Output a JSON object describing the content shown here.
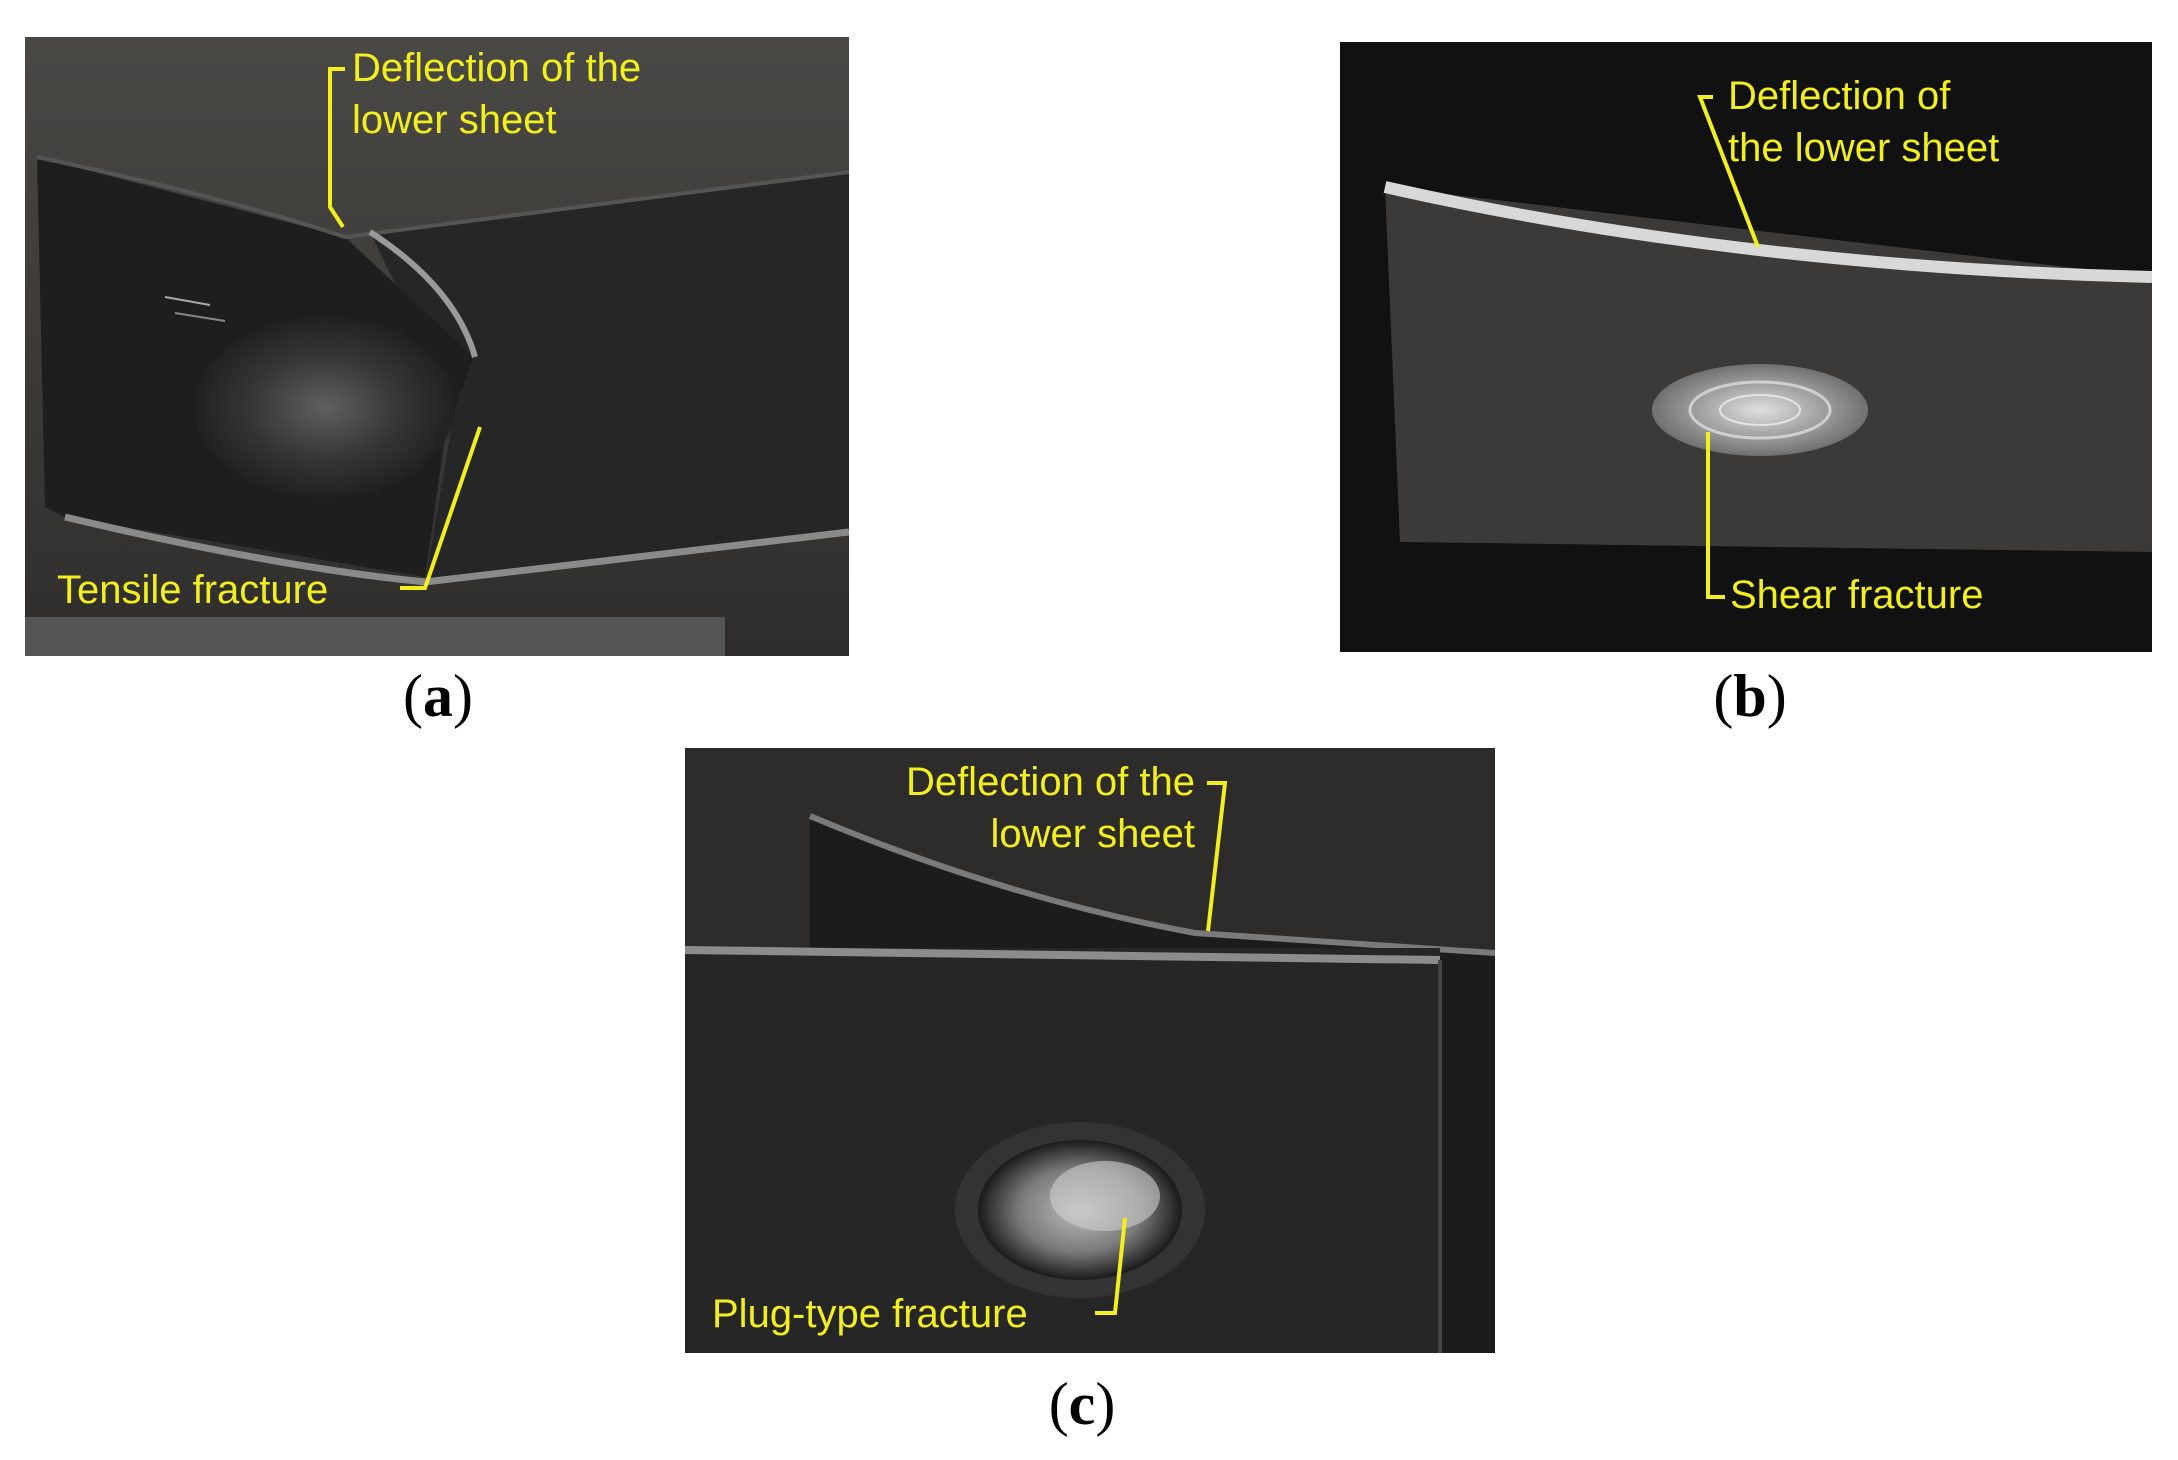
{
  "panels": {
    "a": {
      "caption_letter": "a",
      "deflection_label": "Deflection of the\nlower sheet",
      "fracture_label": "Tensile fracture"
    },
    "b": {
      "caption_letter": "b",
      "deflection_label": "Deflection of\nthe lower sheet",
      "fracture_label": "Shear fracture"
    },
    "c": {
      "caption_letter": "c",
      "deflection_label": "Deflection of the\nlower sheet",
      "fracture_label": "Plug-type fracture"
    }
  },
  "colors": {
    "annotation": "#f2ef1e",
    "background": "#ffffff",
    "photo_dark": "#1e1e1e"
  }
}
